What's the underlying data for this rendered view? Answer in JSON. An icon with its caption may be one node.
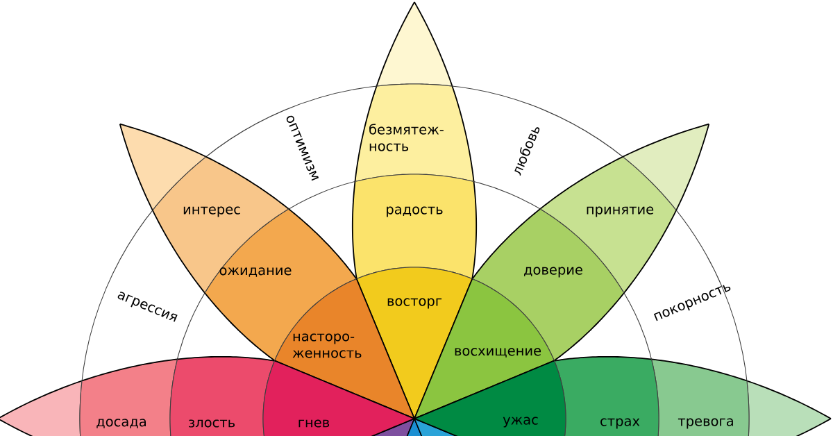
{
  "diagram": {
    "nodes": [
      {
        "text": [
          "безмятеж- ность"
        ]
      },
      {
        "text": [
          "интерес"
        ]
      },
      {
        "text": [
          "радость"
        ]
      },
      {
        "text": [
          "принятие"
        ]
      },
      {
        "text": [
          "ожидание"
        ]
      },
      {
        "text": [
          "доверие"
        ]
      },
      {
        "text": [
          "восторг"
        ]
      },
      {
        "text": [
          "насторо- женность"
        ]
      },
      {
        "text": [
          "восхищение"
        ]
      },
      {
        "text": [
          "досада"
        ]
      },
      {
        "text": [
          "злость"
        ]
      },
      {
        "text": [
          "гнев"
        ]
      },
      {
        "text": [
          "ужас"
        ]
      },
      {
        "text": [
          "страх"
        ]
      },
      {
        "text": [
          "тревога"
        ]
      },
      {
        "text": [],
        "shape": "petal"
      },
      {
        "text": [],
        "shape": "petal"
      },
      {
        "text": [],
        "shape": "petal"
      },
      {
        "text": [],
        "shape": "petal"
      },
      {
        "text": [],
        "shape": "petal"
      }
    ],
    "labels": [
      "оптимизм",
      "любовь",
      "агрессия",
      "покорность"
    ]
  }
}
